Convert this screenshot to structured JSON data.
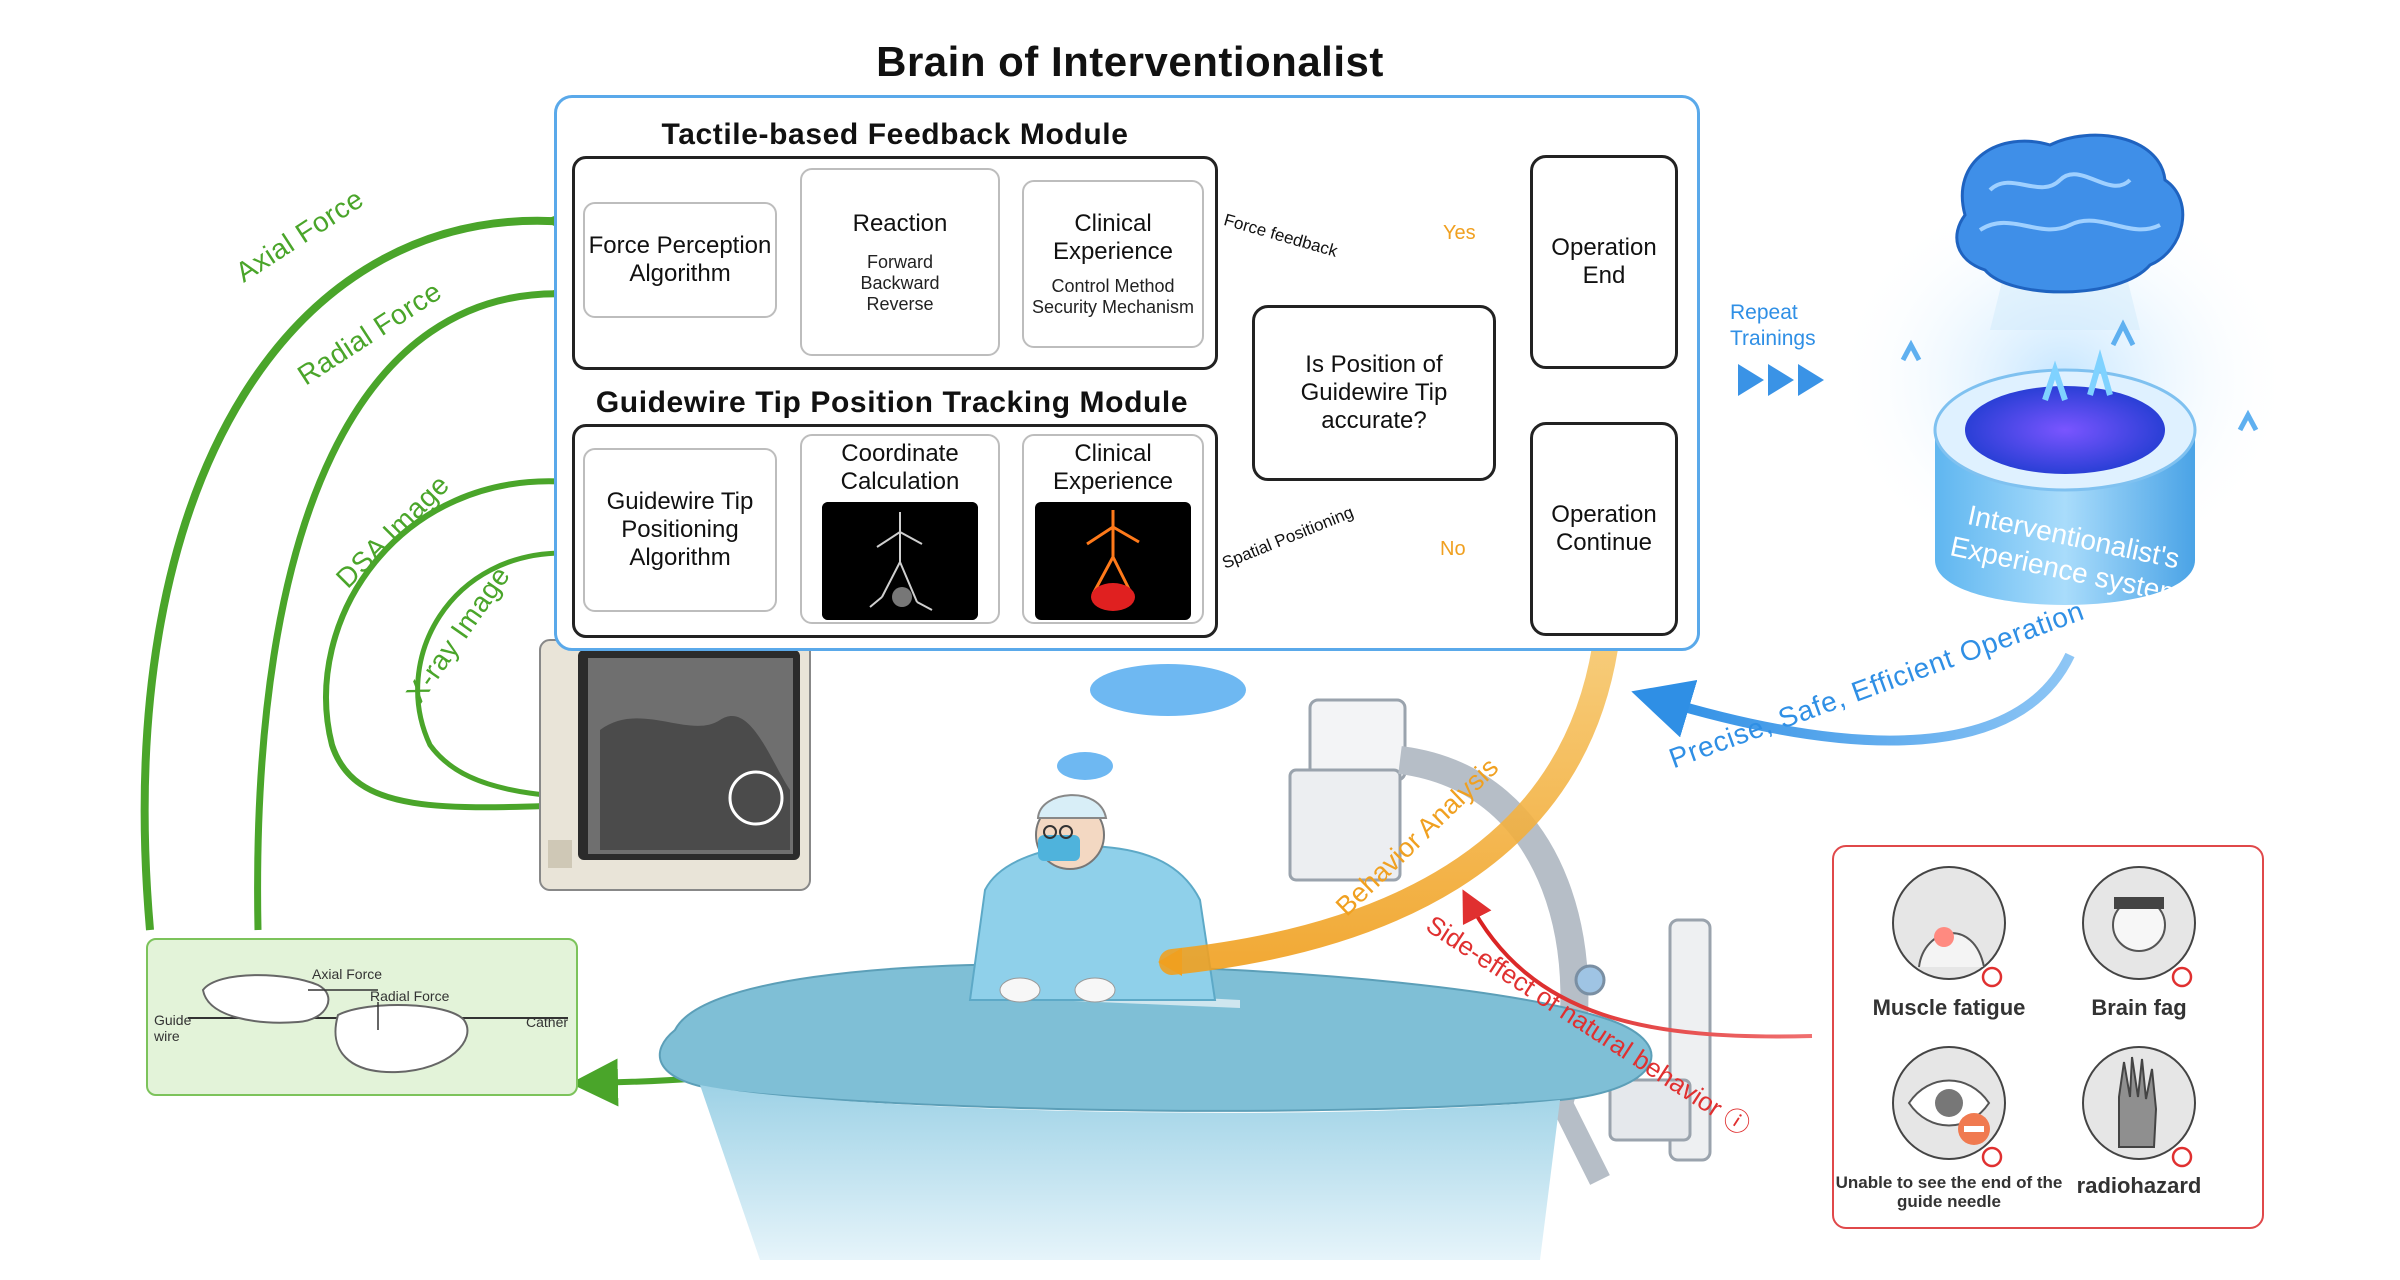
{
  "title": "Brain of Interventionalist",
  "tactile_module": {
    "title": "Tactile-based Feedback Module",
    "force_perception": "Force Perception Algorithm",
    "reaction": {
      "title": "Reaction",
      "items": [
        "Forward",
        "Backward",
        "Reverse"
      ]
    },
    "clinical_experience": {
      "title": "Clinical Experience",
      "items": [
        "Control Method",
        "Security Mechanism"
      ]
    }
  },
  "tracking_module": {
    "title": "Guidewire Tip Position Tracking Module",
    "positioning": "Guidewire Tip Positioning Algorithm",
    "coordinate": "Coordinate Calculation",
    "clinical_experience": "Clinical Experience"
  },
  "decision": {
    "question": "Is Position of Guidewire Tip accurate?",
    "force_feedback": "Force feedback",
    "spatial_positioning": "Spatial Positioning",
    "yes": "Yes",
    "no": "No",
    "operation_end": "Operation End",
    "operation_continue": "Operation Continue"
  },
  "inputs": {
    "axial_force": "Axial Force",
    "radial_force": "Radial Force",
    "dsa_image": "DSA Image",
    "xray_image": "X-ray Image"
  },
  "experience_system": {
    "repeat_trainings": "Repeat Trainings",
    "label": "Interventionalist's Experience system",
    "output": "Precise, Safe, Efficient Operation"
  },
  "behavior": {
    "analysis": "Behavior Analysis",
    "side_effect": "Side-effect of natural behavior ⓘ"
  },
  "hazards": [
    {
      "label": "Muscle fatigue"
    },
    {
      "label": "Brain fag"
    },
    {
      "label": "Unable to see the end of the guide needle"
    },
    {
      "label": "radiohazard"
    }
  ],
  "hand_diagram": {
    "axial_force": "Axial Force",
    "radial_force": "Radial Force",
    "guide_wire": "Guide wire",
    "cather": "Cather"
  },
  "colors": {
    "green": "#4aa52a",
    "blue": "#2f8fe5",
    "orange": "#f0a020",
    "red": "#e03030",
    "panel_border": "#5aa9ea"
  }
}
